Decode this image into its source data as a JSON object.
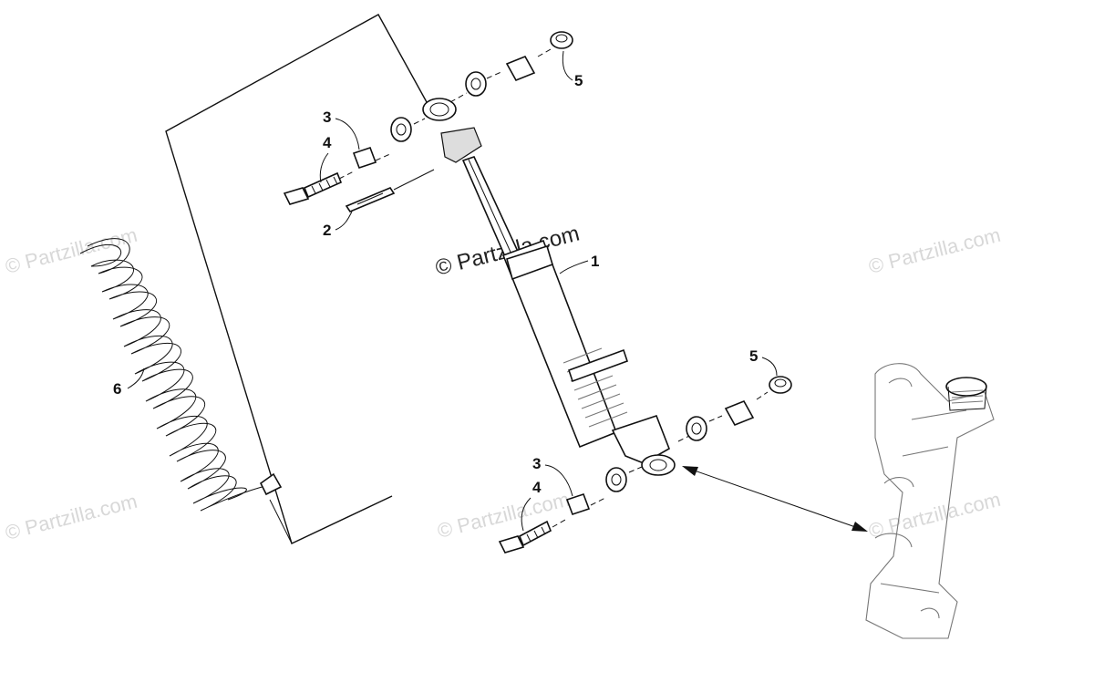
{
  "watermarks": {
    "main": "© Partzilla.com",
    "faint": "© Partzilla.com"
  },
  "callouts": {
    "shock_absorber": "1",
    "pin": "2",
    "bushing_upper": "3",
    "bolt_upper": "4",
    "nut_upper": "5",
    "bushing_lower": "3",
    "bolt_lower": "4",
    "nut_lower": "5",
    "spring": "6"
  }
}
